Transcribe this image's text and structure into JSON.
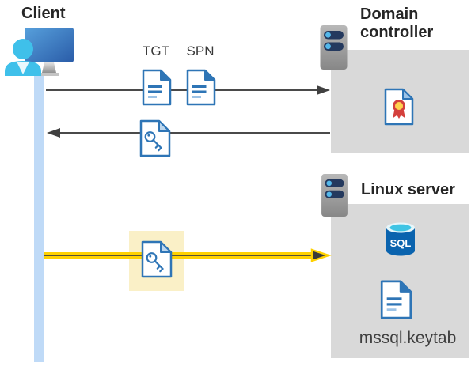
{
  "client": {
    "label": "Client"
  },
  "domain_controller": {
    "title": "Domain controller"
  },
  "linux_server": {
    "title": "Linux server",
    "sql_label": "SQL",
    "keytab_label": "mssql.keytab"
  },
  "messages": {
    "tgt_label": "TGT",
    "spn_label": "SPN"
  },
  "colors": {
    "background": "#FFFFFF",
    "zone_box_gray": "#D9D9D9",
    "lifeline_blue": "#BFDAF7",
    "document_blue": "#2E75B6",
    "document_light_blue": "#9DC3E6",
    "arrow_gray": "#4A4A4A",
    "kerberos_yellow": "#FFD100",
    "highlight_cream": "#FAF0C7",
    "server_navy": "#24395E",
    "server_dot_blue": "#54B8EA",
    "certificate_red": "#D4403C",
    "certificate_gold": "#FFD24D",
    "sql_blue": "#0A63AE",
    "sql_cyan": "#3FC4E4",
    "person_cyan": "#3FC0EA",
    "title_text": "#262626"
  },
  "icons": {
    "client-workstation-icon": "monitor with user silhouette",
    "server-icon": "gray server tower with two navy drive bays",
    "document-icon": "blue-outlined document with text lines",
    "key-document-icon": "blue-outlined document with key glyph",
    "certificate-icon": "document with red and gold rosette seal",
    "sql-database-icon": "blue database cylinder labeled SQL",
    "request-arrow": "gray arrow right (TGT + SPN request)",
    "response-arrow": "gray arrow left (ticket response)",
    "kerberos-arrow": "thick yellow arrow right (ticket to Linux server)"
  }
}
